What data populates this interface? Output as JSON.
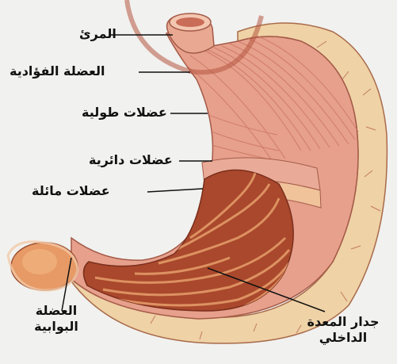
{
  "labels": {
    "esophagus": "المرئ",
    "cardiac_muscle": "العضلة الفؤادية",
    "longitudinal_muscles": "عضلات طولية",
    "circular_muscles": "عضلات دائرية",
    "oblique_muscles": "عضلات مائلة",
    "pyloric_muscle_line1": "العضلة",
    "pyloric_muscle_line2": "البوابية",
    "inner_wall_line1": "جدار المعدة",
    "inner_wall_line2": "الداخلي"
  },
  "colors": {
    "background": "#f1f1ef",
    "outer_muscle": "#e6a08c",
    "muscle_stripe": "#c9705e",
    "outer_wall_tan": "#efd2a6",
    "inner_cavity": "#a9482c",
    "inner_fold": "#d98a5c",
    "pylorus": "#e79a66",
    "watermark": "#b5553f"
  }
}
